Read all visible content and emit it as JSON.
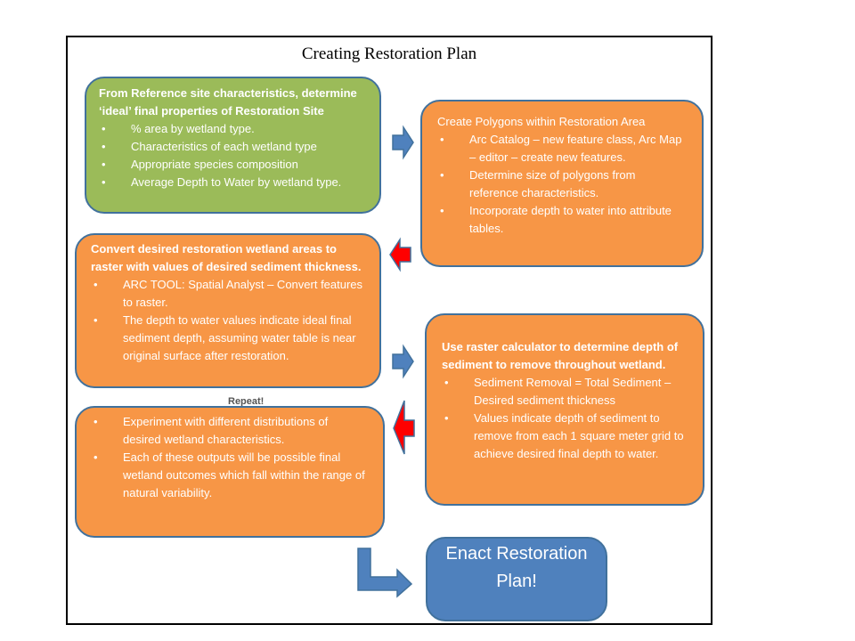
{
  "title": "Creating Restoration Plan",
  "colors": {
    "green": "#9bbb59",
    "orange": "#f79646",
    "blue": "#4f81bd",
    "border": "#41719c",
    "red_arrow": "#ff0000"
  },
  "box1": {
    "heading": "From Reference site characteristics, determine ‘ideal’ final properties of Restoration Site",
    "bullets": [
      "% area by wetland type.",
      "Characteristics of each wetland type",
      "Appropriate species composition",
      "Average Depth to Water by wetland type."
    ]
  },
  "box2": {
    "heading": "Create Polygons within Restoration Area",
    "bullets": [
      "Arc Catalog – new feature class, Arc Map – editor – create new features.",
      "Determine size of polygons from reference characteristics.",
      "Incorporate depth to water into attribute tables."
    ]
  },
  "box3": {
    "heading": "Convert desired restoration wetland areas to raster with values of desired sediment thickness.",
    "bullets": [
      "ARC TOOL:  Spatial Analyst – Convert features to raster.",
      "The depth to water values indicate ideal final sediment depth, assuming water table is near original surface after restoration."
    ]
  },
  "box4": {
    "heading": "Use raster calculator to determine depth of sediment to remove throughout wetland.",
    "bullets": [
      "Sediment Removal = Total Sediment – Desired sediment thickness",
      "Values indicate depth of sediment to remove from each 1 square meter grid to achieve desired final depth to water."
    ]
  },
  "repeat_label": "Repeat!",
  "box5": {
    "bullets": [
      " Experiment with different distributions of desired wetland characteristics.",
      "Each of these outputs will be possible final wetland outcomes which fall within the range of natural variability."
    ]
  },
  "box6": {
    "line1": "Enact Restoration",
    "line2": "Plan!"
  },
  "arrows": [
    "right-arrow-blue",
    "left-arrow-red",
    "right-arrow-blue",
    "left-arrow-red",
    "bent-arrow-blue"
  ]
}
